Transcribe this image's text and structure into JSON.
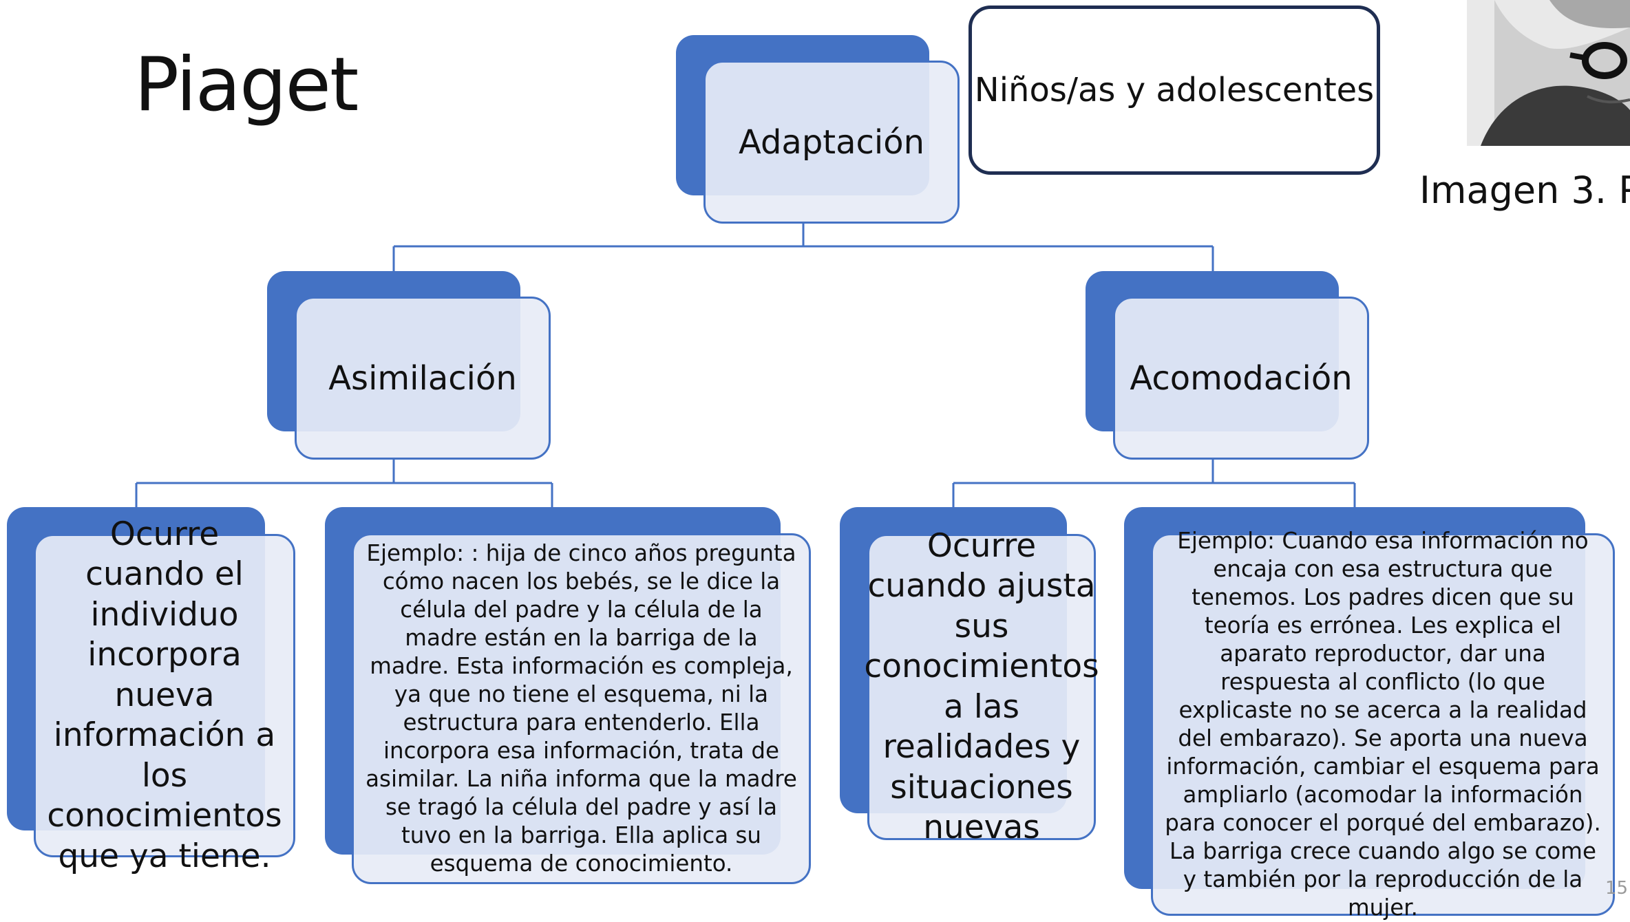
{
  "title": "Piaget",
  "top_right_box": "Niños/as y adolescentes",
  "image_caption": "Imagen 3. P",
  "page_number": "15",
  "nodes": {
    "root": "Adaptación",
    "left": "Asimilación",
    "right": "Acomodación",
    "left_definition": "Ocurre cuando el individuo incorpora nueva información a los conocimientos que ya tiene.",
    "left_example": "Ejemplo: : hija de cinco años pregunta cómo nacen los bebés, se le dice la célula del padre y la célula de la madre están en la barriga de la madre. Esta información es compleja, ya que no tiene el esquema, ni la estructura para entenderlo. Ella incorpora esa información, trata de asimilar. La niña informa que la madre se tragó la célula del padre y así la tuvo en la barriga. Ella aplica su esquema de conocimiento.",
    "right_definition": "Ocurre cuando ajusta sus conocimientos a las realidades y situaciones nuevas",
    "right_example": "Ejemplo: Cuando esa información no encaja con esa estructura que tenemos. Los padres dicen que su teoría es errónea. Les explica el aparato reproductor, dar una respuesta al conflicto (lo que explicaste no se acerca a la realidad del embarazo). Se aporta una nueva información, cambiar el esquema para ampliarlo (acomodar la información para conocer el porqué del embarazo). La barriga crece cuando algo se come y también por la reproducción de la mujer."
  },
  "colors": {
    "accent": "#4472c4",
    "box_fill": "#e7ecf6",
    "dark_border": "#1f2e52"
  }
}
